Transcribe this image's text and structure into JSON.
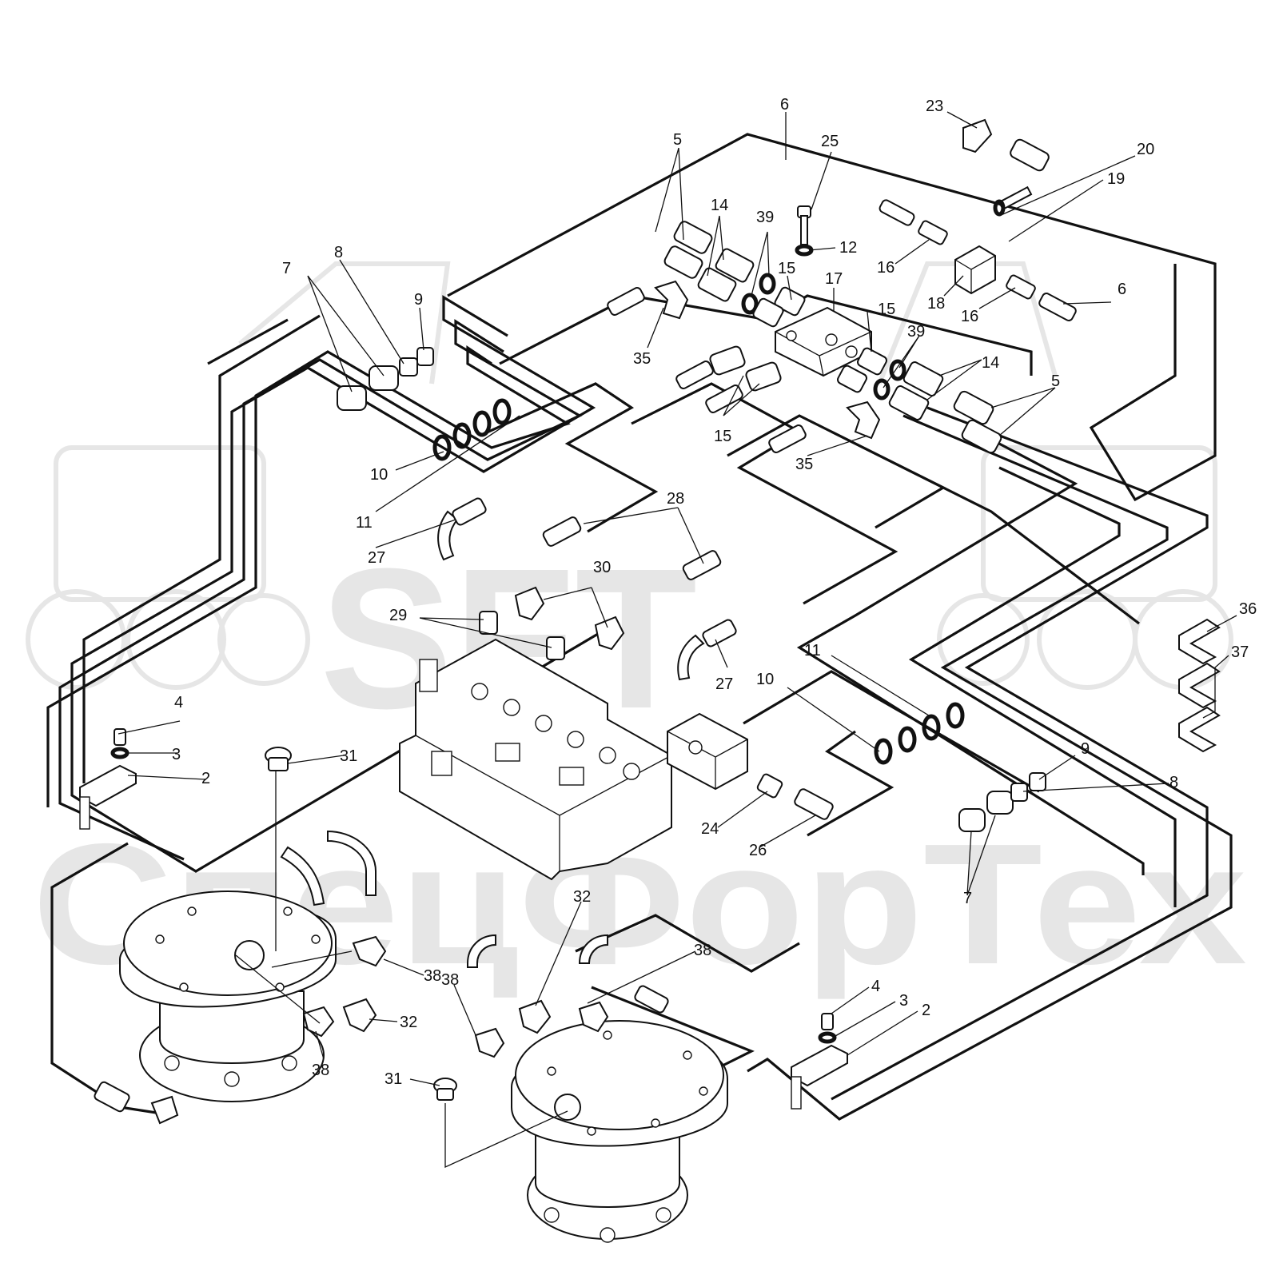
{
  "watermark": {
    "logo_text": "SFT",
    "company_text": "СпецФорТех"
  },
  "callouts": [
    {
      "id": "c6a",
      "text": "6"
    },
    {
      "id": "c23",
      "text": "23"
    },
    {
      "id": "c5a",
      "text": "5"
    },
    {
      "id": "c25",
      "text": "25"
    },
    {
      "id": "c20",
      "text": "20"
    },
    {
      "id": "c19",
      "text": "19"
    },
    {
      "id": "c14a",
      "text": "14"
    },
    {
      "id": "c39a",
      "text": "39"
    },
    {
      "id": "c12",
      "text": "12"
    },
    {
      "id": "c16a",
      "text": "16"
    },
    {
      "id": "c7a",
      "text": "7"
    },
    {
      "id": "c8a",
      "text": "8"
    },
    {
      "id": "c15a",
      "text": "15"
    },
    {
      "id": "c17",
      "text": "17"
    },
    {
      "id": "c9a",
      "text": "9"
    },
    {
      "id": "c18",
      "text": "18"
    },
    {
      "id": "c15b",
      "text": "15"
    },
    {
      "id": "c6b",
      "text": "6"
    },
    {
      "id": "c16b",
      "text": "16"
    },
    {
      "id": "c39b",
      "text": "39"
    },
    {
      "id": "c35a",
      "text": "35"
    },
    {
      "id": "c14b",
      "text": "14"
    },
    {
      "id": "c5b",
      "text": "5"
    },
    {
      "id": "c15c",
      "text": "15"
    },
    {
      "id": "c35b",
      "text": "35"
    },
    {
      "id": "c10a",
      "text": "10"
    },
    {
      "id": "c11a",
      "text": "11"
    },
    {
      "id": "c28",
      "text": "28"
    },
    {
      "id": "c27a",
      "text": "27"
    },
    {
      "id": "c30",
      "text": "30"
    },
    {
      "id": "c29",
      "text": "29"
    },
    {
      "id": "c36",
      "text": "36"
    },
    {
      "id": "c37",
      "text": "37"
    },
    {
      "id": "c27b",
      "text": "27"
    },
    {
      "id": "c11b",
      "text": "11"
    },
    {
      "id": "c10b",
      "text": "10"
    },
    {
      "id": "c4a",
      "text": "4"
    },
    {
      "id": "c3a",
      "text": "3"
    },
    {
      "id": "c2a",
      "text": "2"
    },
    {
      "id": "c31a",
      "text": "31"
    },
    {
      "id": "c9b",
      "text": "9"
    },
    {
      "id": "c8b",
      "text": "8"
    },
    {
      "id": "c24",
      "text": "24"
    },
    {
      "id": "c26",
      "text": "26"
    },
    {
      "id": "c7b",
      "text": "7"
    },
    {
      "id": "c32a",
      "text": "32"
    },
    {
      "id": "c38a",
      "text": "38"
    },
    {
      "id": "c38b",
      "text": "38"
    },
    {
      "id": "c38c",
      "text": "38"
    },
    {
      "id": "c32b",
      "text": "32"
    },
    {
      "id": "c38d",
      "text": "38"
    },
    {
      "id": "c4b",
      "text": "4"
    },
    {
      "id": "c3b",
      "text": "3"
    },
    {
      "id": "c2b",
      "text": "2"
    },
    {
      "id": "c31b",
      "text": "31"
    }
  ]
}
